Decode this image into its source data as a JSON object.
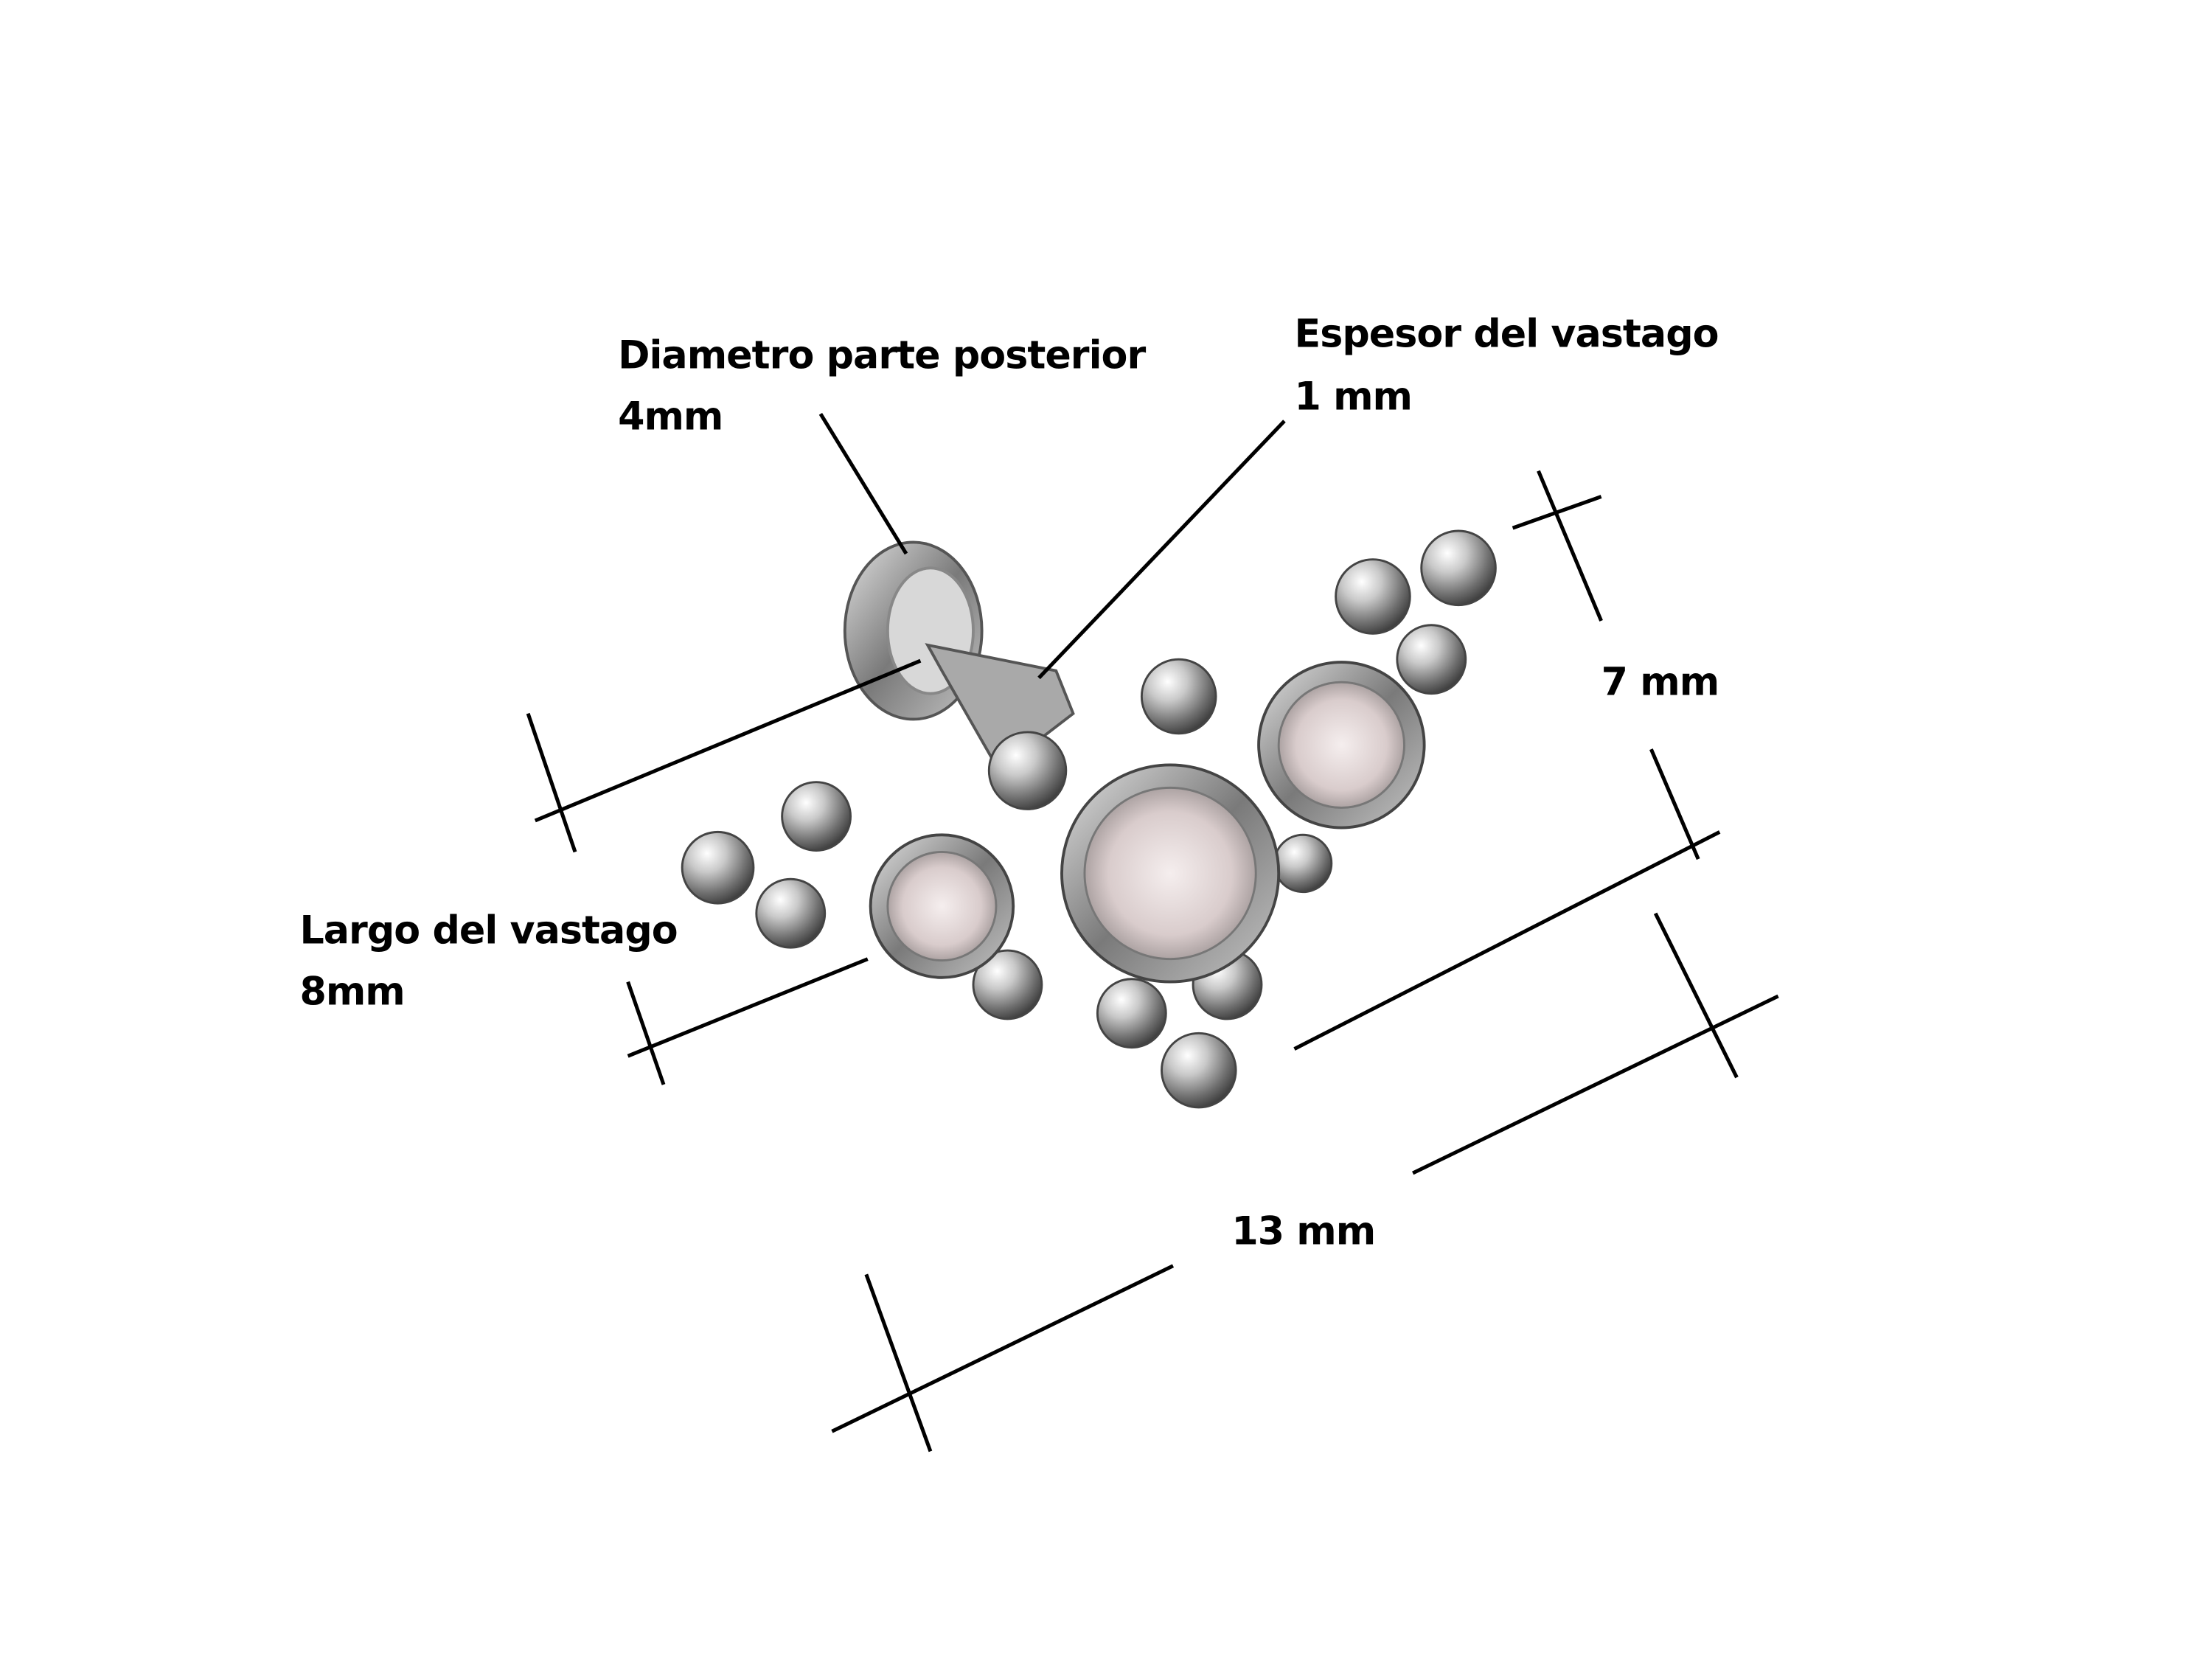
{
  "labels": {
    "back_diameter": {
      "title": "Diametro parte posterior",
      "value": "4mm"
    },
    "shaft_thickness": {
      "title": "Espesor del vastago",
      "value": "1 mm"
    },
    "shaft_length": {
      "title": "Largo del vastago",
      "value": "8mm"
    },
    "height": {
      "value": "7 mm"
    },
    "width": {
      "value": "13 mm"
    }
  },
  "colors": {
    "ink": "#000000",
    "metal": "#b8b8b8",
    "gem": "#e9dcdc"
  }
}
